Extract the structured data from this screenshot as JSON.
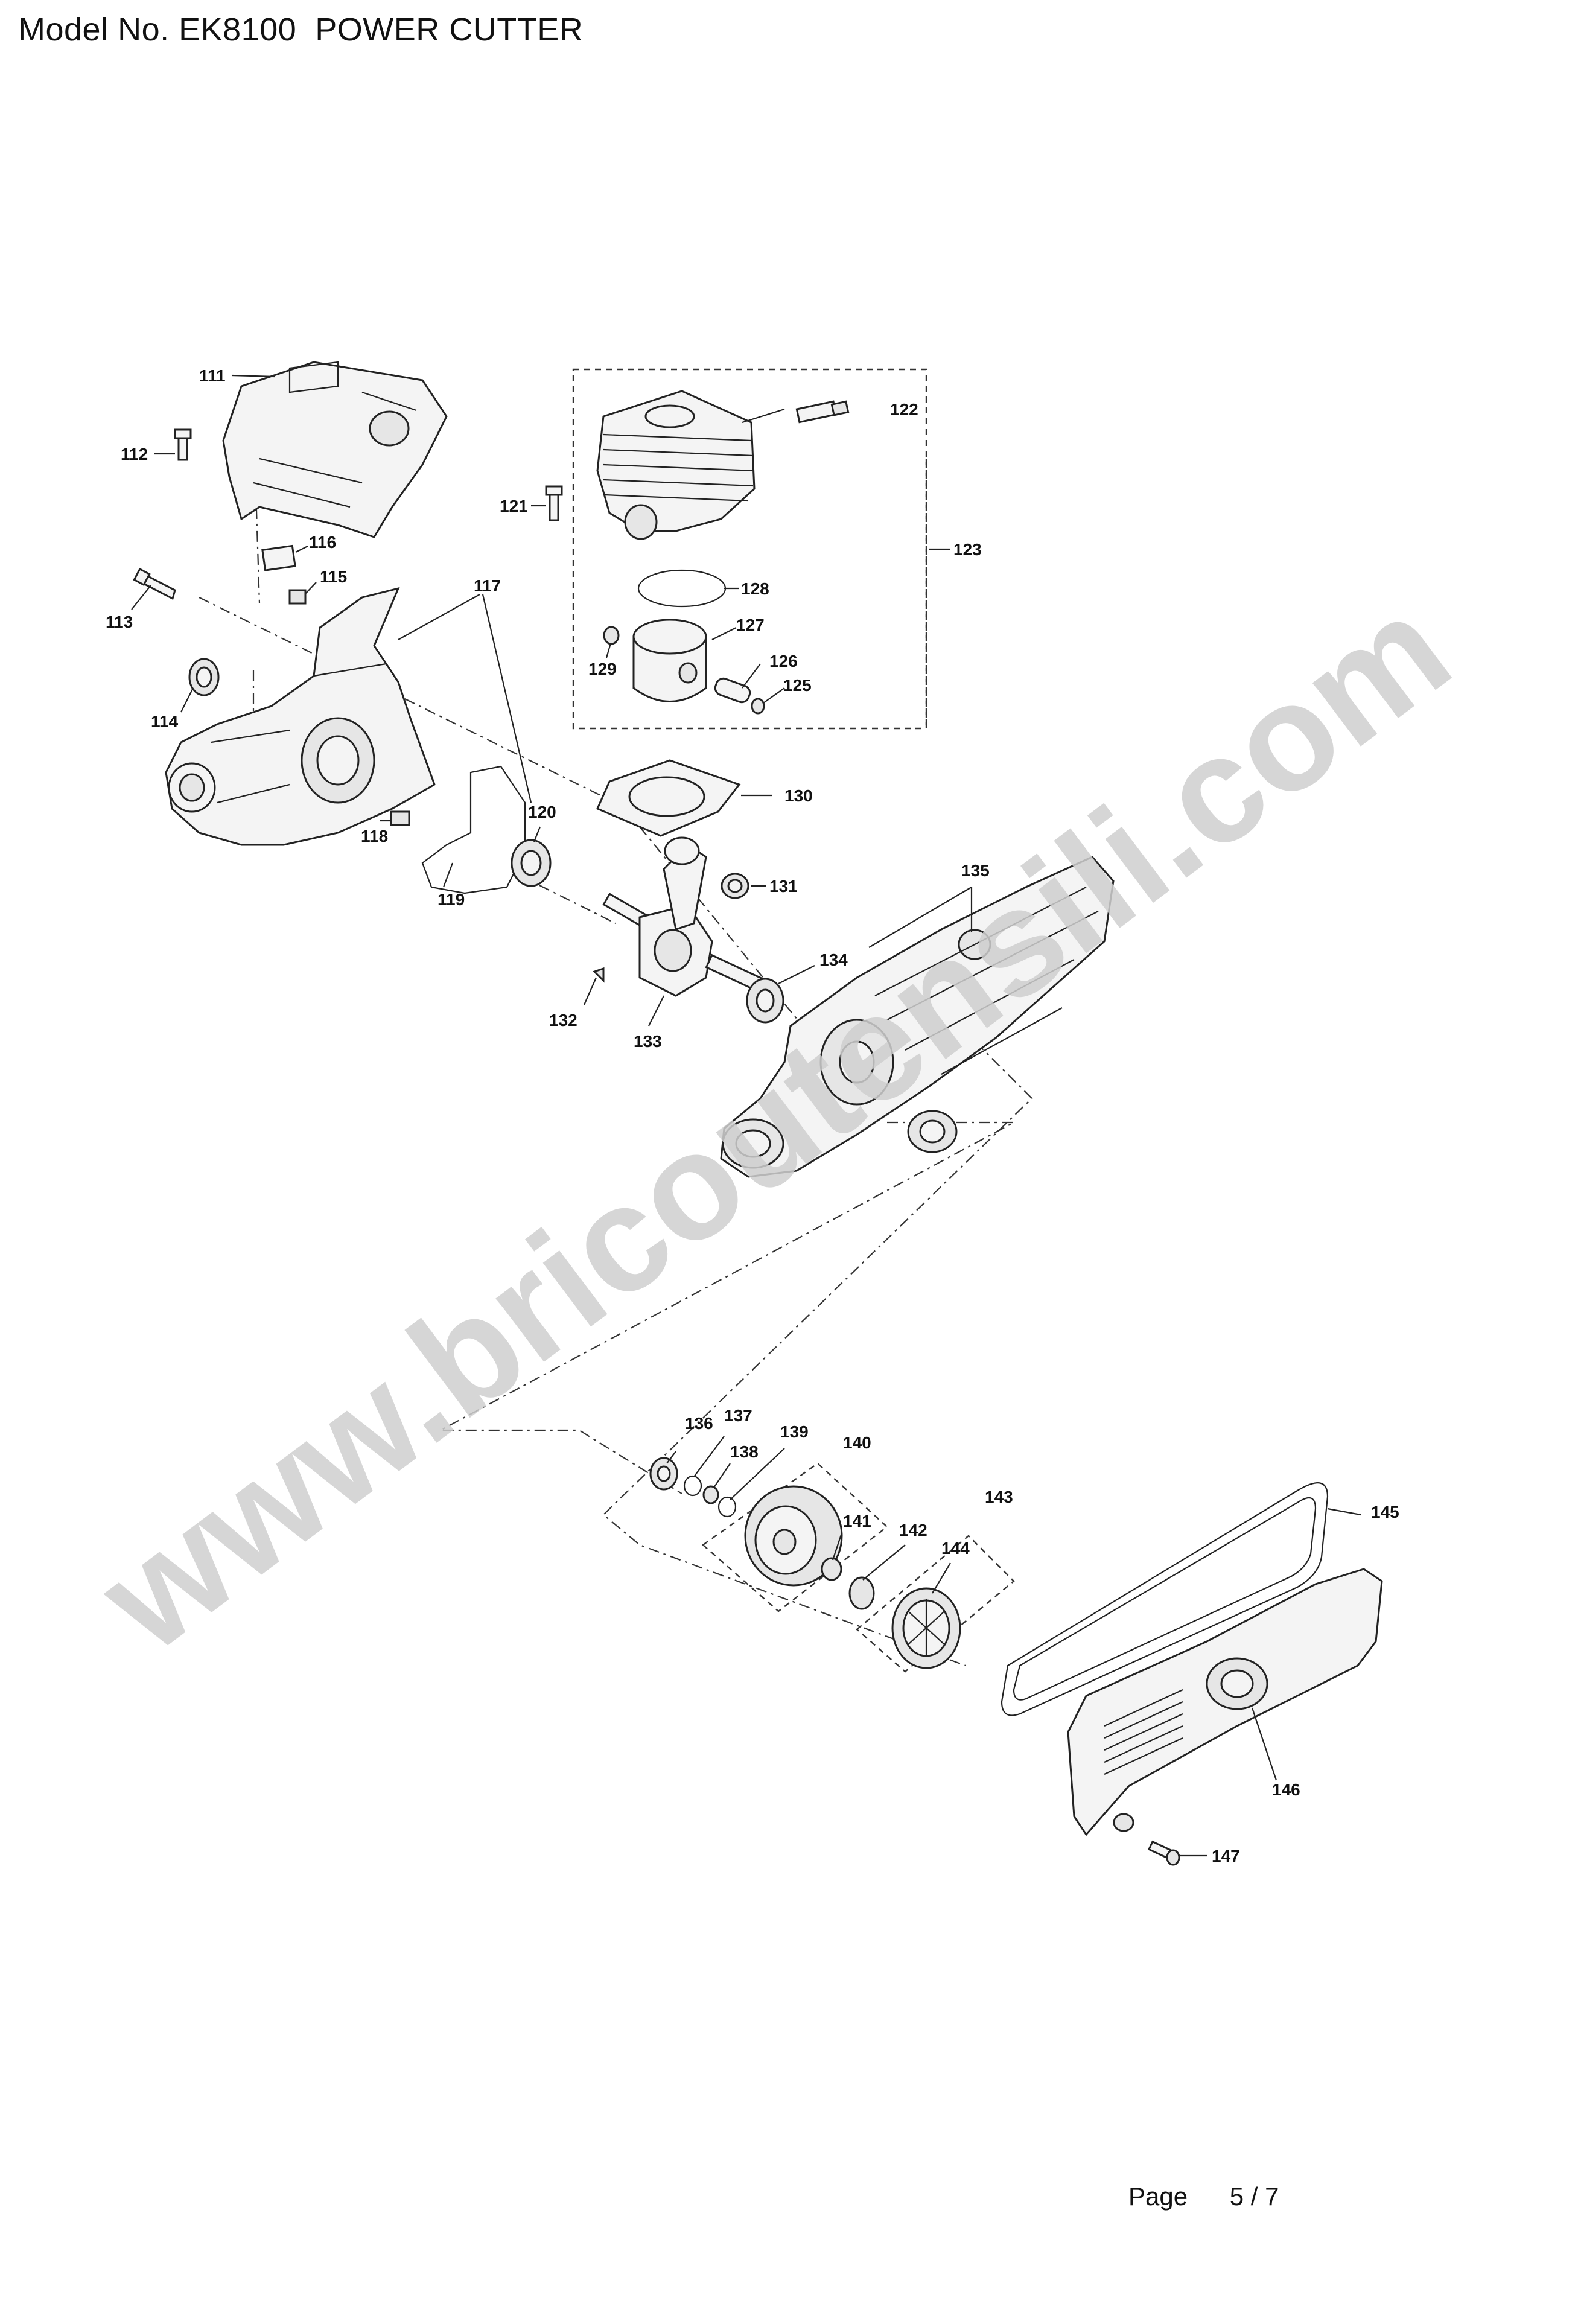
{
  "header": {
    "title": "Model No. EK8100  POWER CUTTER"
  },
  "footer": {
    "page_label": "Page",
    "page_number": "5 / 7"
  },
  "watermark": {
    "text": "www.bricoutensili.com"
  },
  "callouts": [
    "111",
    "112",
    "113",
    "114",
    "115",
    "116",
    "117",
    "118",
    "119",
    "120",
    "121",
    "122",
    "123",
    "125",
    "126",
    "127",
    "128",
    "129",
    "130",
    "131",
    "132",
    "133",
    "134",
    "135",
    "136",
    "137",
    "138",
    "139",
    "140",
    "141",
    "142",
    "143",
    "144",
    "145",
    "146",
    "147"
  ]
}
